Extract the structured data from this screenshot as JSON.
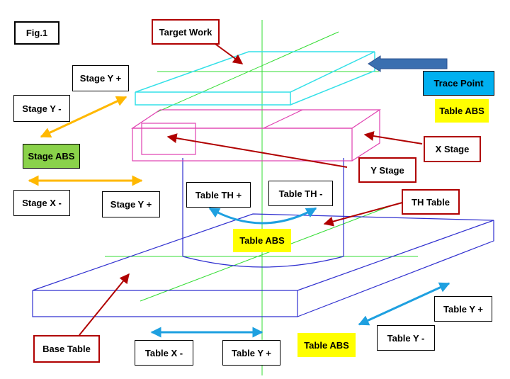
{
  "figure_label": "Fig.1",
  "labels": {
    "target_work": "Target Work",
    "trace_point": "Trace Point",
    "table_abs_top": "Table ABS",
    "x_stage": "X Stage",
    "y_stage": "Y Stage",
    "th_table": "TH Table",
    "base_table": "Base Table",
    "stage_y_plus_top": "Stage Y +",
    "stage_y_minus": "Stage Y -",
    "stage_abs": "Stage ABS",
    "stage_x_minus": "Stage X -",
    "stage_y_plus_mid": "Stage Y +",
    "table_th_plus": "Table TH +",
    "table_th_minus": "Table TH -",
    "table_abs_center": "Table ABS",
    "table_y_plus_right": "Table Y +",
    "table_y_minus_right": "Table Y -",
    "table_abs_bottom": "Table ABS",
    "table_x_minus": "Table X -",
    "table_y_plus_bottom": "Table Y +"
  },
  "colors": {
    "target_work": "#33e0e8",
    "stages": "#e040b0",
    "th_table": "#3030d0",
    "base_table": "#3030d0",
    "axis_lines": "#33dd33",
    "pointer_arrows": "#b00000",
    "stage_motion_arrows": "#ffb800",
    "table_motion_arrows": "#1ea0e0",
    "trace_point_arrow": "#3a6fb0",
    "highlight_yellow": "#ffff00",
    "highlight_green": "#8ad24a",
    "highlight_blue": "#00b0f0"
  }
}
